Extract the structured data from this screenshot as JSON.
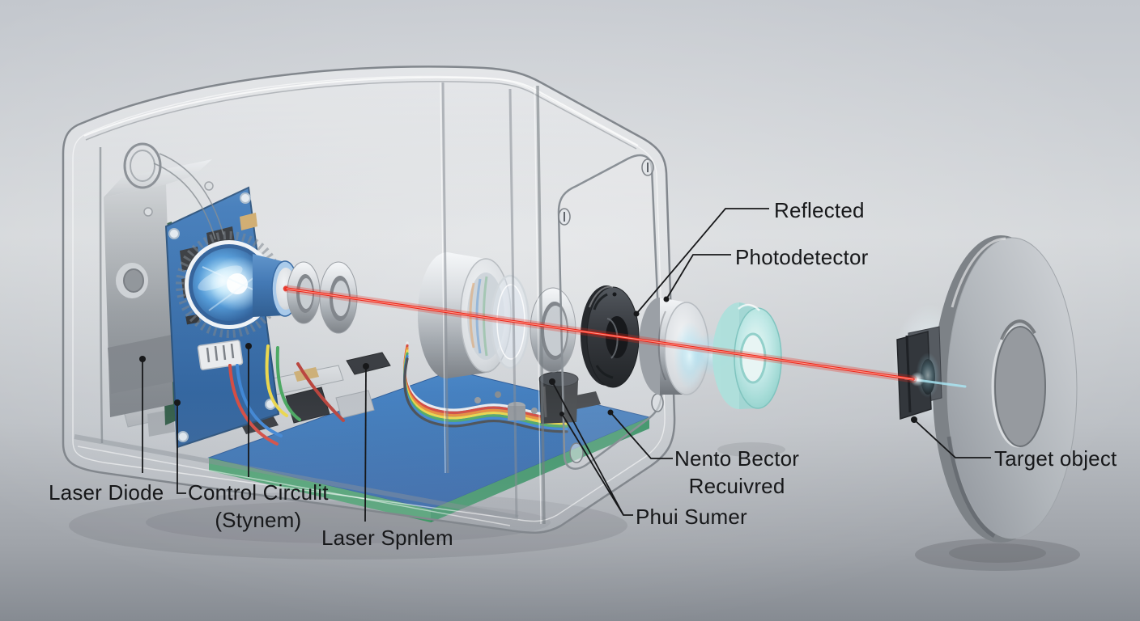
{
  "labels": {
    "reflected": "Reflected",
    "photodetector": "Photodetector",
    "laser_diode": "Laser Diode",
    "control_circuit_line1": "Control Circulit",
    "control_circuit_line2": "(Stynem)",
    "laser_spnlem": "Laser Spnlem",
    "phui_sumer": "Phui Sumer",
    "nento_bector_line1": "Nento Bector",
    "nento_bector_line2": "Recuivred",
    "target_object": "Target object"
  },
  "colors": {
    "laser_beam": "#ee2417",
    "leader_line": "#17181a",
    "teal_filter": "#aee0dc",
    "pcb_blue": "#2a68ae",
    "glow_cyan": "#bfeaf2"
  }
}
